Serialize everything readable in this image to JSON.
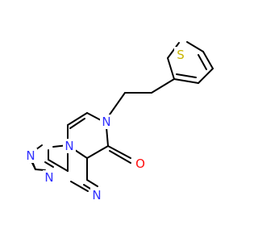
{
  "colors": {
    "background": "#ffffff",
    "bond": "#000000",
    "nitrogen": "#3030ff",
    "oxygen": "#ff0d0d",
    "sulfur": "#c8b400"
  },
  "atoms": [
    {
      "id": "S1",
      "label": "S"
    },
    {
      "id": "N7",
      "label": "N"
    },
    {
      "id": "O6",
      "label": "O"
    },
    {
      "id": "N4",
      "label": "N"
    },
    {
      "id": "N1",
      "label": "N"
    },
    {
      "id": "N2",
      "label": "N"
    },
    {
      "id": "N3",
      "label": "N"
    }
  ]
}
